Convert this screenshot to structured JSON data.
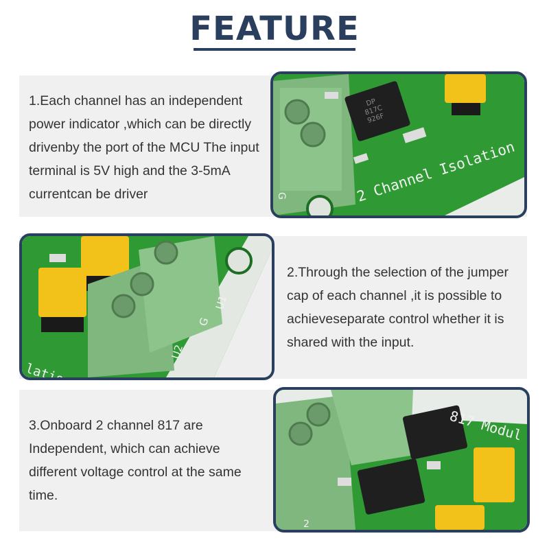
{
  "header": {
    "title": "FEATURE"
  },
  "features": [
    {
      "text": "1.Each channel has an independent power indicator ,which can be directly drivenby the port of the MCU The input terminal is 5V high and the 3-5mA currentcan be driver"
    },
    {
      "text": "2.Through the selection of the jumper cap of each channel ,it is possible to achieveseparate control whether it is shared with the input."
    },
    {
      "text": "3.Onboard 2 channel 817 are Independent, which can achieve different voltage control at the same time."
    }
  ],
  "board_labels": {
    "photo1_silkscreen": "2 Channel Isolation",
    "photo1_pin": "G",
    "photo2_silkscreen": "lation",
    "photo2_pins": [
      "U1",
      "G",
      "U2"
    ],
    "photo3_silkscreen": "817 Modul",
    "photo3_pin": "2",
    "chip_marking": [
      "DP",
      "817C",
      "926F"
    ]
  },
  "colors": {
    "accent": "#2a3e5e",
    "pcb_green": "#2f9a34",
    "terminal_green": "#7fb77f",
    "jumper_yellow": "#f2c21a"
  }
}
